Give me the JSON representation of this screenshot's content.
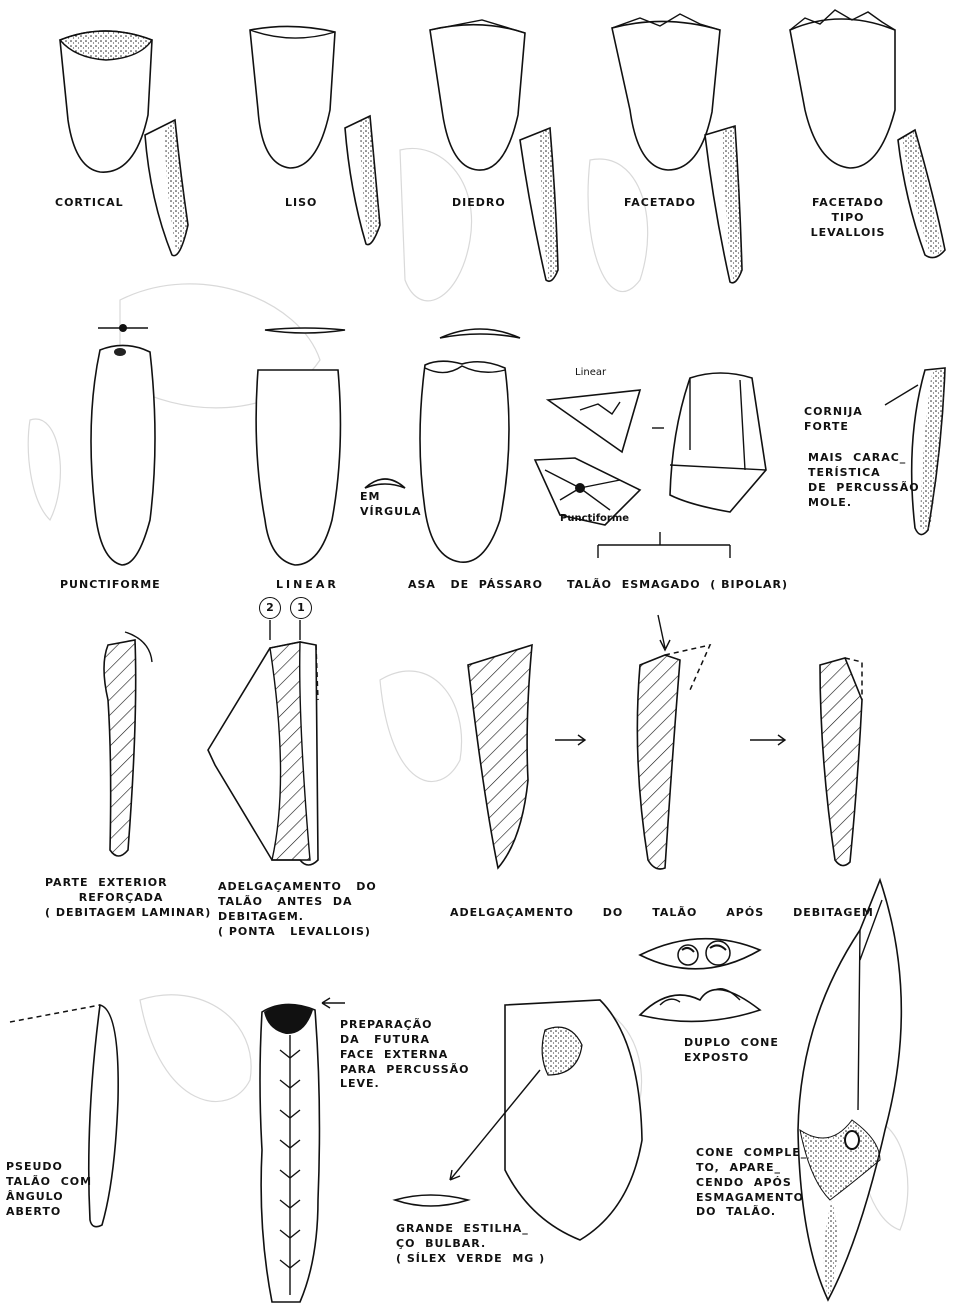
{
  "row1": {
    "cortical": "CORTICAL",
    "liso": "LISO",
    "diedro": "DIEDRO",
    "facetado": "FACETADO",
    "levallois": "FACETADO\nTIPO\nLEVALLOIS"
  },
  "row2": {
    "punctiforme": "PUNCTIFORME",
    "linear": "LINEAR",
    "asa": "ASA   DE  PÁSSARO",
    "esmagado": "TALÃO  ESMAGADO  ( BIPOLAR)",
    "em_virgula": "EM\nVÍRGULA",
    "linear_small": "Linear",
    "punctiforme_small": "Punctiforme",
    "cornija": "CORNIJA\nFORTE",
    "mais": "MAIS  CARAC_\nTERÍSTICA\nDE  PERCUSSÃO\nMOLE."
  },
  "row3": {
    "parte": "PARTE  EXTERIOR\n       REFORÇADA\n( DEBITAGEM LAMINAR)",
    "antes": "ADELGAÇAMENTO   DO\nTALÃO   ANTES  DA\nDEBITAGEM.\n( PONTA   LEVALLOIS)",
    "apos": "ADELGAÇAMENTO      DO      TALÃO      APÓS      DEBITAGEM",
    "n2": "2",
    "n1": "1"
  },
  "row4": {
    "duplo": "DUPLO  CONE\nEXPOSTO",
    "pseudo": "PSEUDO\nTALÃO  COM\nÂNGULO\nABERTO",
    "preparacao": "PREPARAÇÃO\nDA   FUTURA\nFACE  EXTERNA\nPARA  PERCUSSÃO\nLEVE.",
    "estilhaco": "GRANDE  ESTILHA_\nÇO  BULBAR.\n( SÍLEX  VERDE  MG )",
    "cone": "CONE  COMPLE_\nTO,  APARE_\nCENDO  APÓS\nESMAGAMENTO\nDO  TALÃO."
  }
}
